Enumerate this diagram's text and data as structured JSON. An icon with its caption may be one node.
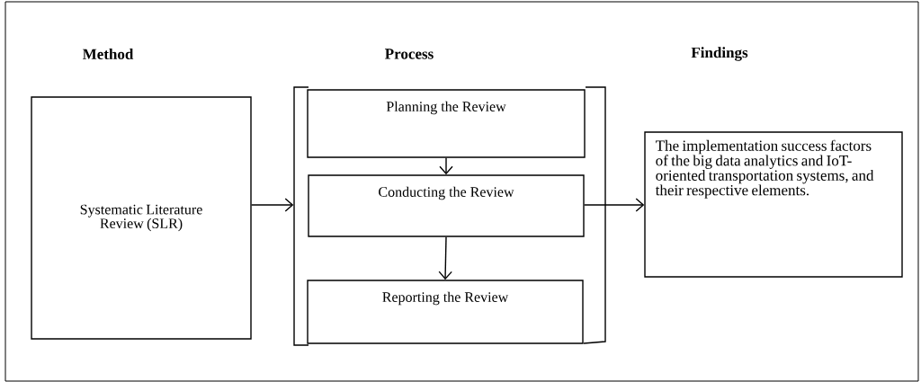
{
  "diagram": {
    "nodes": [
      {
        "text": [
          "Systematic Literature Review (SLR)"
        ]
      },
      {
        "text": [],
        "shape": "box"
      },
      {
        "text": [
          "Planning the Review"
        ],
        "in": 1
      },
      {
        "text": [
          "Conducting the Review"
        ],
        "in": 1
      },
      {
        "text": [
          "Reporting the Review"
        ],
        "in": 1
      },
      {
        "text": [
          "The implementation success factors of the big data analytics and IoT-oriented transportation systems, and their respective elements."
        ]
      }
    ],
    "edges": [
      {
        "from": 0,
        "to": 1,
        "arrow": "to"
      },
      {
        "from": 2,
        "to": 3,
        "arrow": "to"
      },
      {
        "from": 3,
        "to": 4,
        "arrow": "to"
      },
      {
        "from": 3,
        "to": 5,
        "arrow": "to"
      }
    ],
    "labels": [
      "Method",
      "Process",
      "Findings"
    ]
  }
}
